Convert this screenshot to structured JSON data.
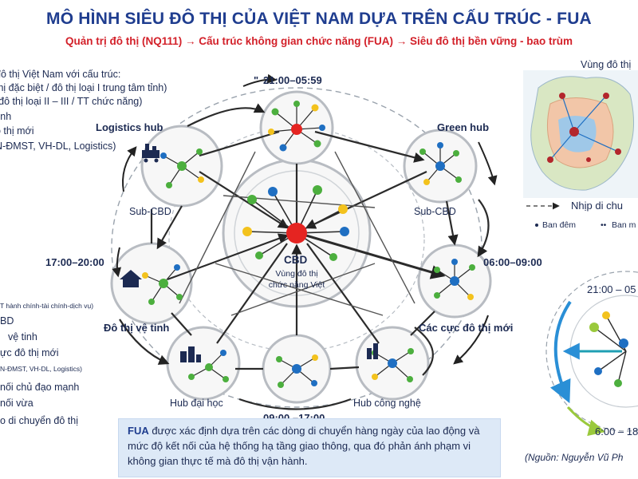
{
  "header": {
    "title": "MÔ HÌNH SIÊU ĐÔ THỊ CỦA VIỆT NAM DỰA TRÊN CẤU TRÚC - FUA",
    "subtitle": "Quản trị đô thị (NQ111) → Cấu trúc không gian chức năng (FUA) → Siêu đô thị bền vững - bao trùm"
  },
  "left_legend_top": [
    "đô thị Việt Nam với cấu trúc:",
    "thị đặc biệt / đô thị loại I trung tâm tỉnh)",
    "(đô thị loại II – III / TT chức năng)",
    "tinh",
    "ô thị mới",
    "N-ĐMST, VH-DL, Logistics)"
  ],
  "left_legend_bottom": [
    "T hành chính-tài chính-dịch vụ)",
    "BD",
    "vệ tinh",
    "ực đô thị mới",
    "N-ĐMST, VH-DL, Logistics)",
    "nối chủ đạo mạnh",
    "nối vừa",
    "o di chuyển đô thị"
  ],
  "diagram": {
    "nodes": {
      "center_title": "CBD",
      "center_sub1": "Vùng đô thị",
      "center_sub2": "chức năng Việt",
      "logistics": "Logistics hub",
      "green": "Green hub",
      "subcbd_left": "Sub-CBD",
      "subcbd_right": "Sub-CBD",
      "satellite": "Đô thị vệ tinh",
      "new_poles": "Các cực đô thị mới",
      "university": "Hub đại học",
      "tech": "Hub công nghệ"
    },
    "times": {
      "night": "21:00–05:59",
      "night_mark": "\"",
      "morning": "06:00–09:00",
      "evening": "17:00–20:00",
      "day": "09:00 –17:00"
    }
  },
  "note": {
    "lead": "FUA",
    "text": " được xác định dựa trên các dòng di chuyển hàng ngày của lao động và mức độ kết nối của hệ thống hạ tầng giao thông, qua đó phản ánh phạm vi không gian thực tế mà đô thị vận hành."
  },
  "source": "(Nguồn: Nguyễn Vũ Ph",
  "right_panel": {
    "region_title": "Vùng đô thị",
    "rhythm_title": "Nhịp di chu",
    "legend_night": "Ban đêm",
    "legend_day": "Ban m",
    "mini_time_top": "21:00 – 05",
    "mini_time_bottom": "6:00 – 18"
  },
  "colors": {
    "title": "#1f3d8f",
    "subtitle": "#d3212a",
    "hub_red": "#e52421",
    "node_blue": "#1f6fc2",
    "node_green": "#4caf3e",
    "node_yellow": "#f3c21d",
    "link": "#2b2b2b"
  }
}
